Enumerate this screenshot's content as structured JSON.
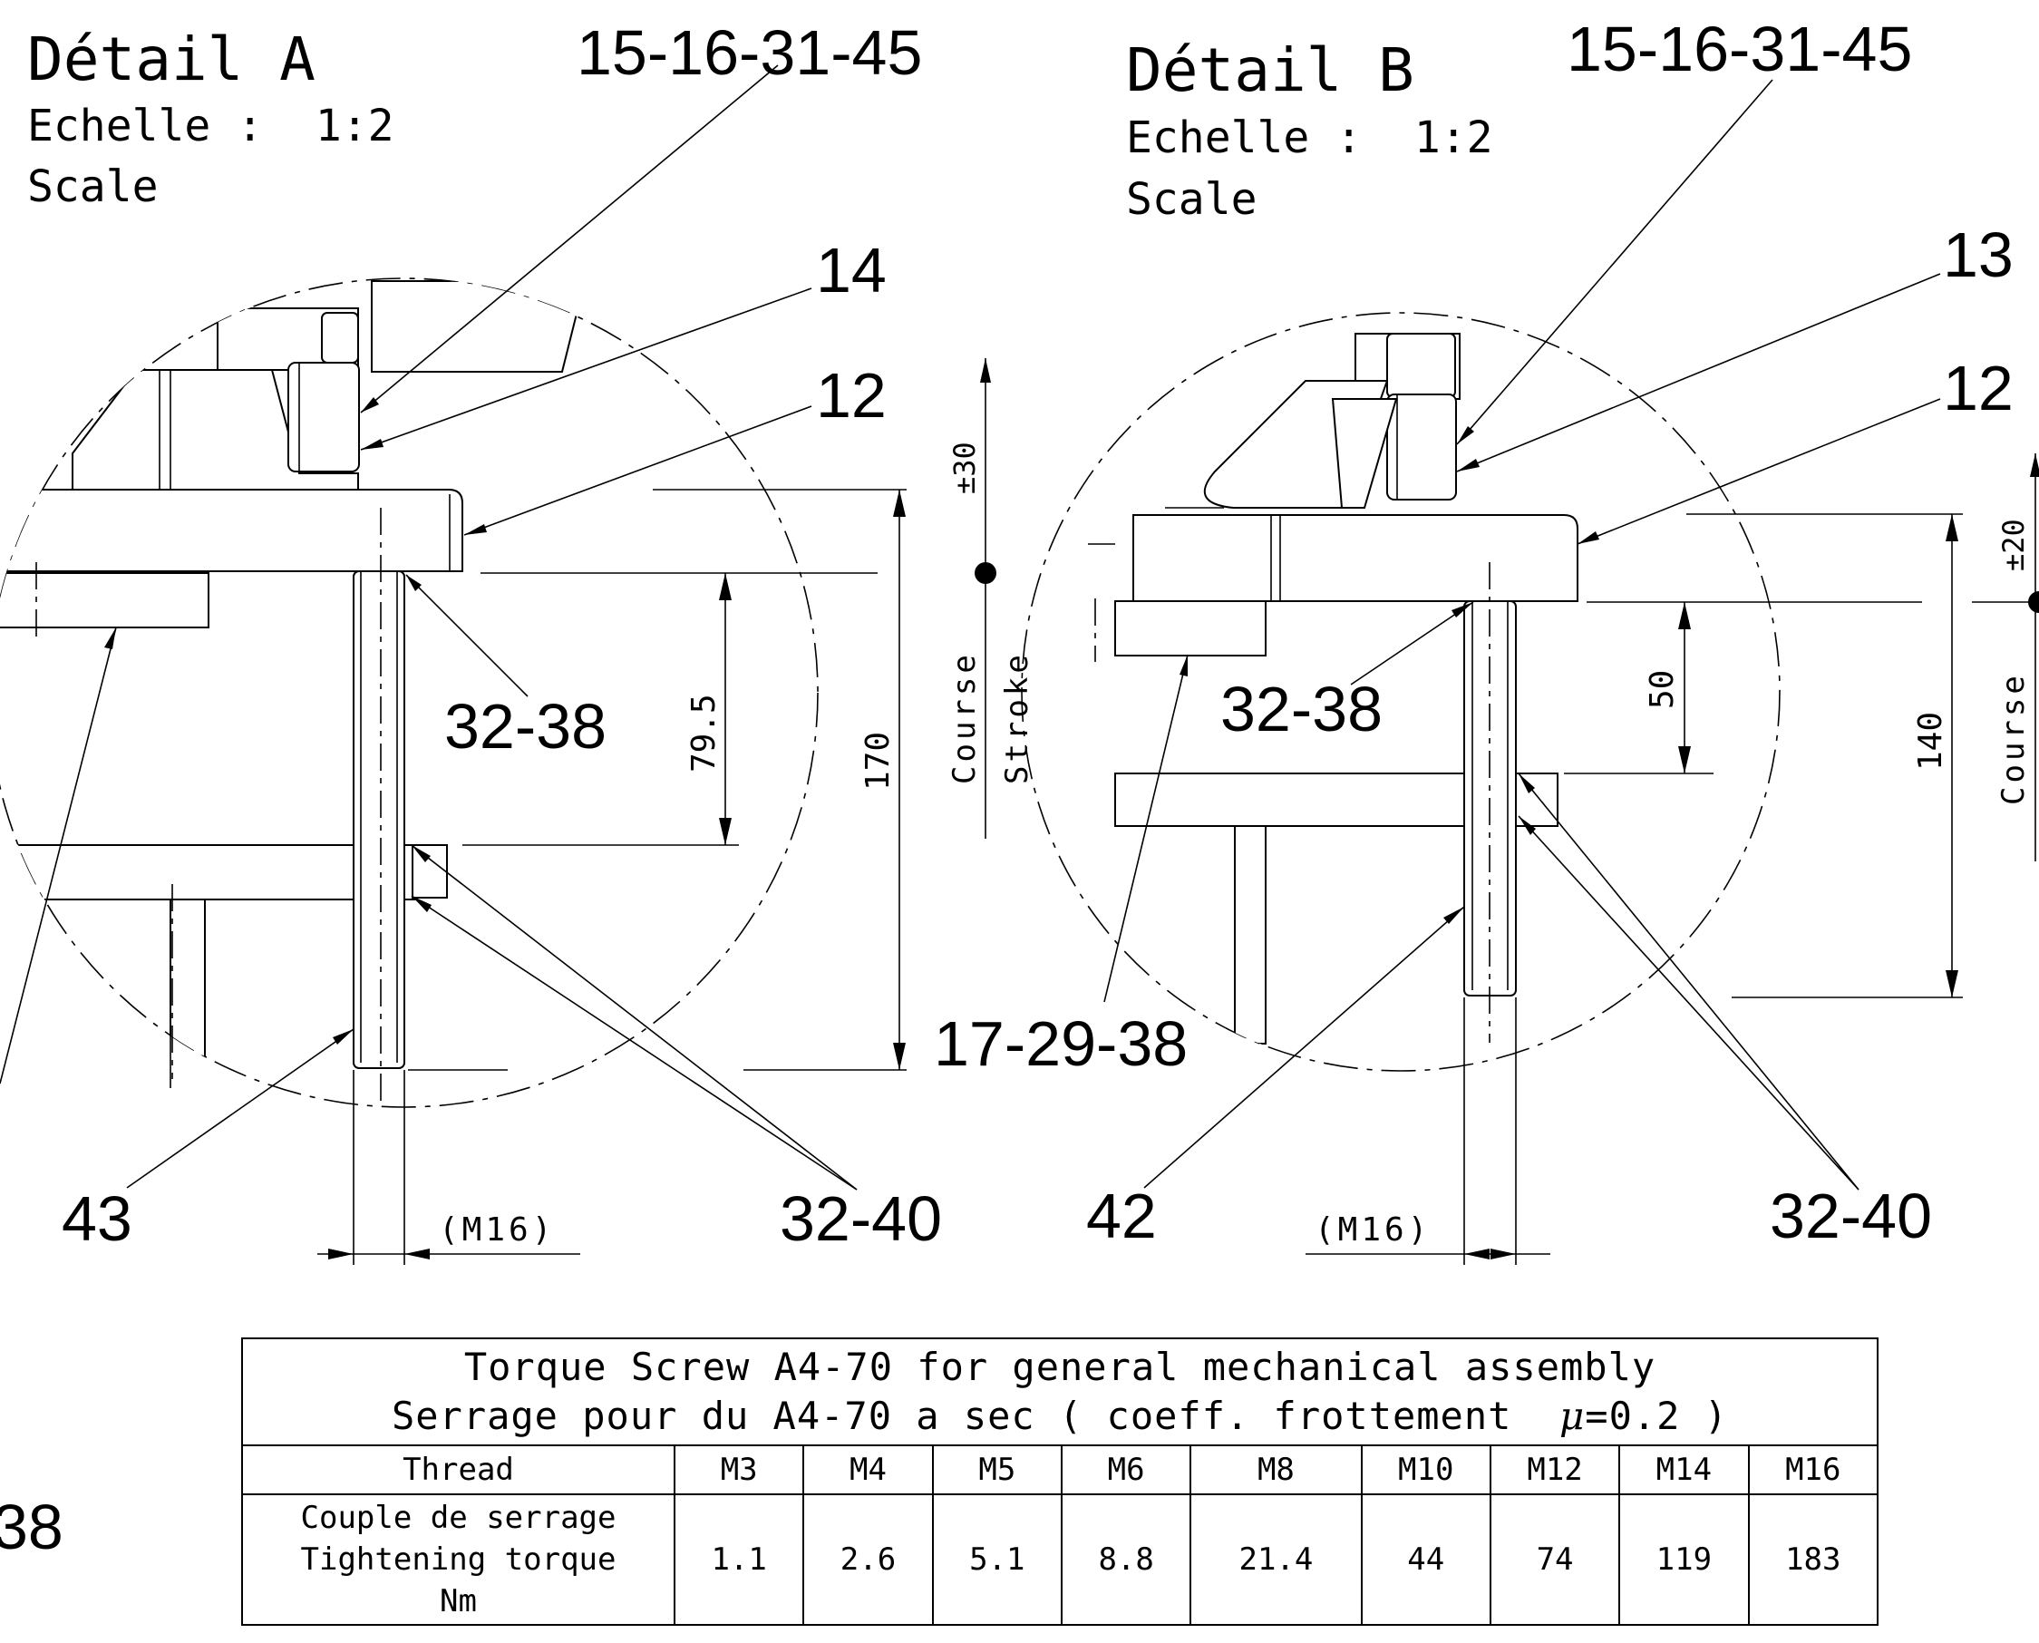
{
  "detail_a": {
    "title": "Détail A",
    "scale_line1": "Echelle :  1:2",
    "scale_line2": "Scale",
    "callouts": {
      "top": "15-16-31-45",
      "c14": "14",
      "c12": "12",
      "c32_38": "32-38",
      "c43": "43",
      "c32_40": "32-40",
      "c17_29_38": "17-29-38"
    },
    "dimensions": {
      "d79": "79.5",
      "d170": "170",
      "stroke_pm": "±30",
      "course": "Course",
      "stroke": "Stroke",
      "thread": "(M16)"
    }
  },
  "detail_b": {
    "title": "Détail B",
    "scale_line1": "Echelle :  1:2",
    "scale_line2": "Scale",
    "callouts": {
      "top": "15-16-31-45",
      "c13": "13",
      "c12": "12",
      "c32_38": "32-38",
      "c42": "42",
      "c32_40": "32-40"
    },
    "dimensions": {
      "d50": "50",
      "d140": "140",
      "stroke_pm": "±20",
      "course": "Course",
      "thread": "(M16)"
    }
  },
  "edge_fragment": "38",
  "torque_table": {
    "title_line1": "Torque Screw A4-70 for general mechanical assembly",
    "title_line2_prefix": "Serrage pour du A4-70 a sec ( coeff. frottement  ",
    "mu_symbol": "μ",
    "title_line2_suffix": "=0.2 )",
    "header_label": "Thread",
    "row_label_1": "Couple de serrage",
    "row_label_2": "Tightening torque",
    "row_label_3": "Nm",
    "threads": [
      "M3",
      "M4",
      "M5",
      "M6",
      "M8",
      "M10",
      "M12",
      "M14",
      "M16"
    ],
    "torques": [
      "1.1",
      "2.6",
      "5.1",
      "8.8",
      "21.4",
      "44",
      "74",
      "119",
      "183"
    ]
  }
}
